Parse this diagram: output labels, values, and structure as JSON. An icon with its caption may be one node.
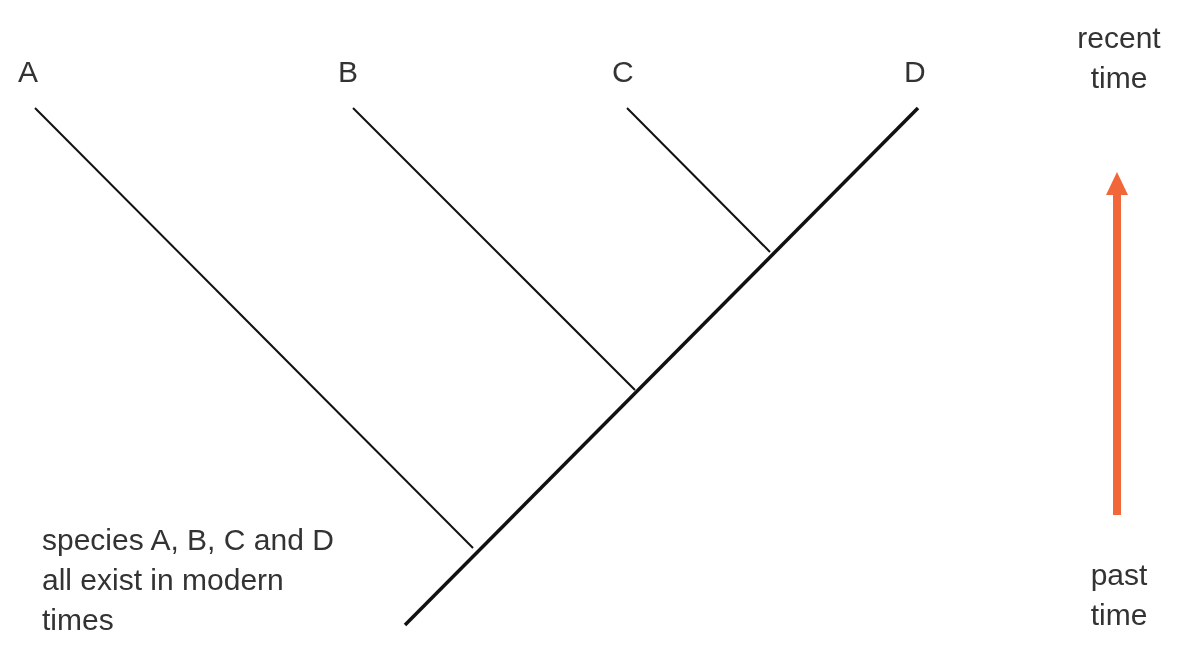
{
  "diagram": {
    "labels": [
      "A",
      "B",
      "C",
      "D",
      "recent time",
      "species A, B, C and D all exist in modern times",
      "past time"
    ]
  }
}
